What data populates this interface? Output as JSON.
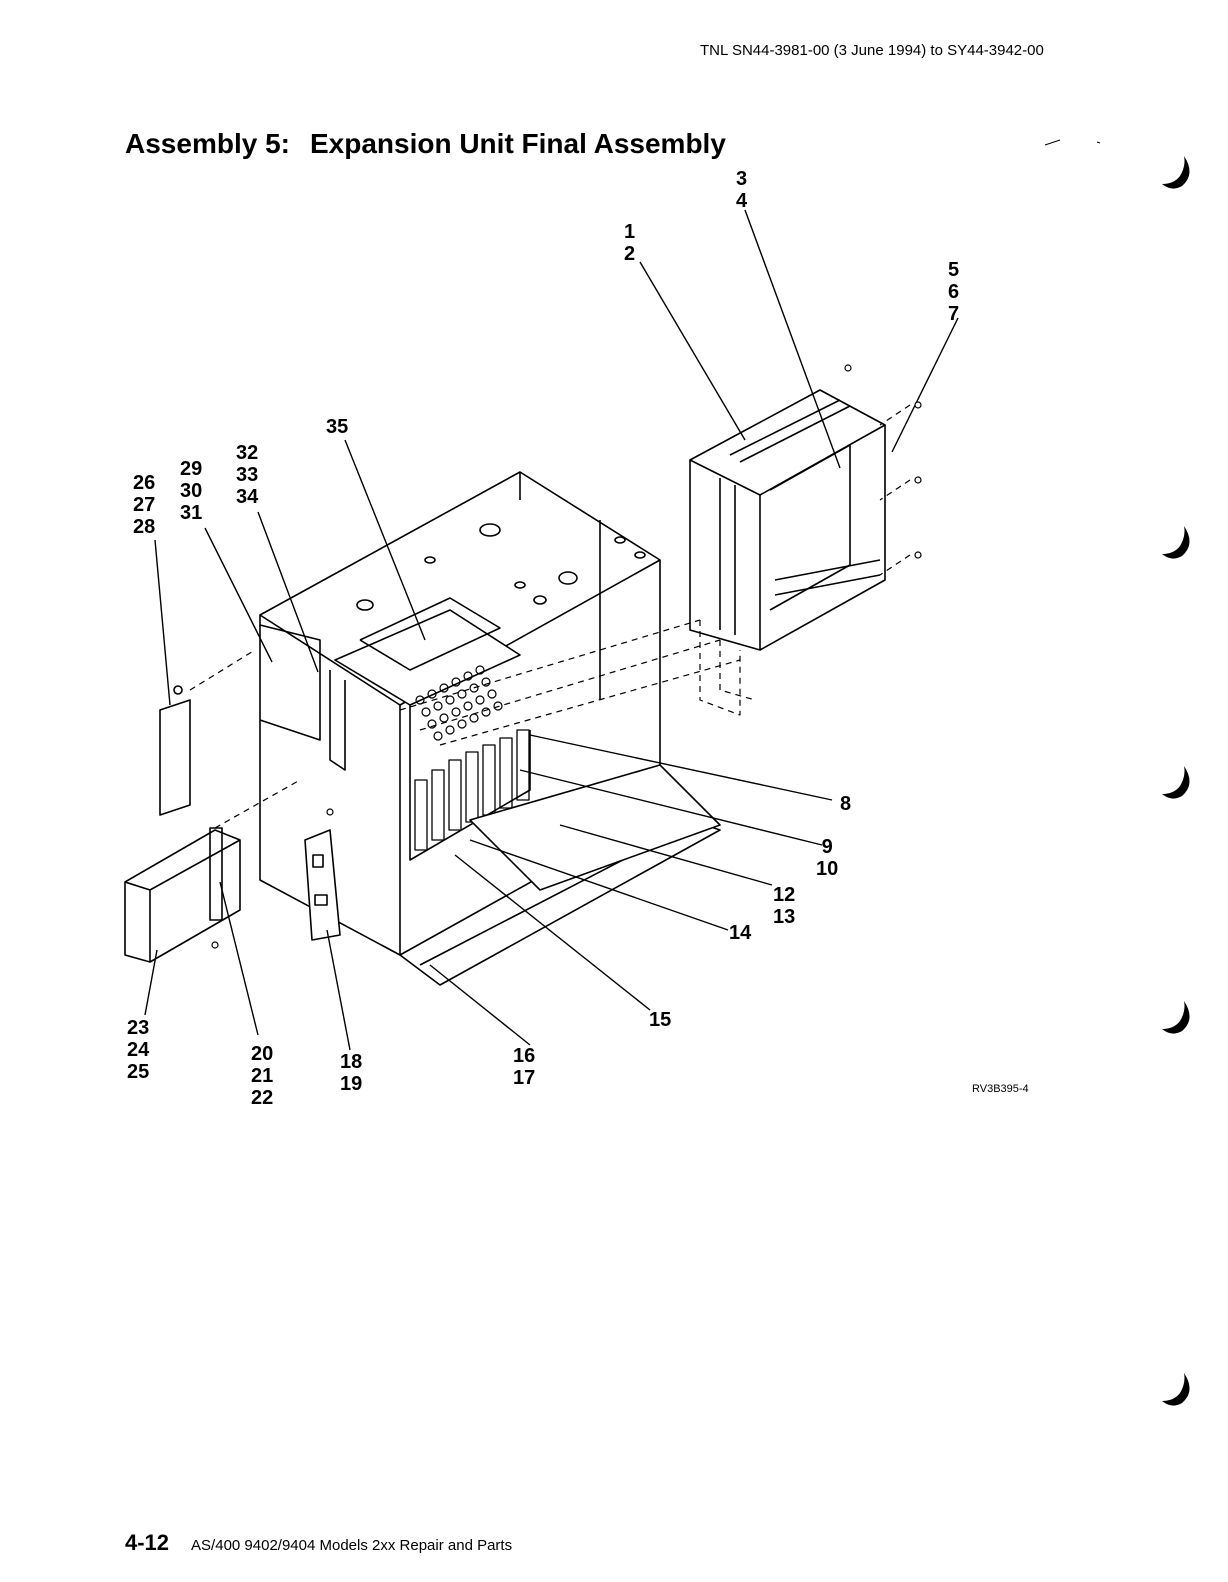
{
  "header": {
    "tnl": "TNL SN44-3981-00 (3 June 1994) to SY44-3942-00"
  },
  "title": {
    "assembly": "Assembly 5:",
    "name": "Expansion Unit Final Assembly"
  },
  "callouts": {
    "c1_2": "1\n2",
    "c3_4": "3\n4",
    "c5_7": "5\n6\n7",
    "c8": "8",
    "c9_10": "9\n10",
    "c12_13": "12\n13",
    "c14": "14",
    "c15": "15",
    "c16_17": "16\n17",
    "c18_19": "18\n19",
    "c20_22": "20\n21\n22",
    "c23_25": "23\n24\n25",
    "c26_28": "26\n27\n28",
    "c29_31": "29\n30\n31",
    "c32_34": "32\n33\n34",
    "c35": "35"
  },
  "figure_id": "RV3B395-4",
  "footer": {
    "page_number": "4-12",
    "book_title": "AS/400 9402/9404 Models 2xx Repair and Parts"
  },
  "margin_marks": [
    "change-bar-icon",
    "change-bar-icon",
    "change-bar-icon",
    "change-bar-icon",
    "change-bar-icon"
  ]
}
